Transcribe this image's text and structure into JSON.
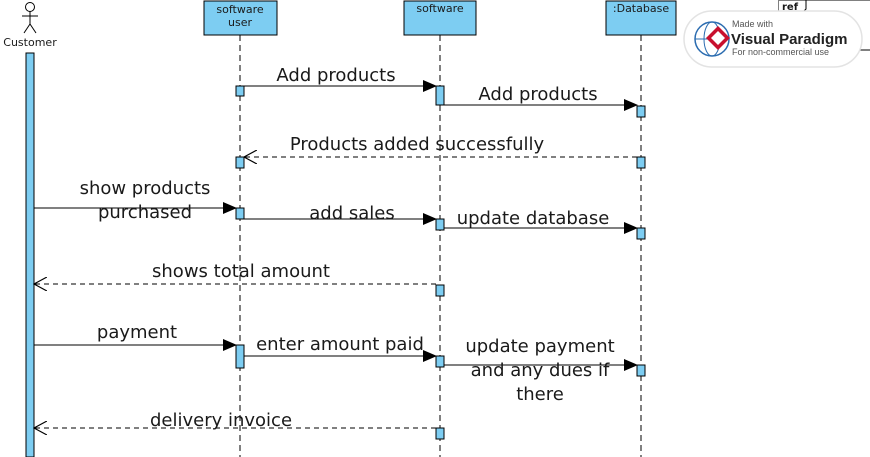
{
  "colors": {
    "lifeline_fill": "#7dcdf2",
    "stroke": "#000000",
    "logo_red": "#c8102e",
    "logo_blue": "#2b6cb0"
  },
  "lifelines": {
    "customer": {
      "label": "Customer"
    },
    "software_user": {
      "label_line1": "software",
      "label_line2": "user"
    },
    "software": {
      "label": "software"
    },
    "database": {
      "label": ":Database"
    }
  },
  "ref_frame": {
    "label": "ref"
  },
  "badge": {
    "made_with": "Made with",
    "brand": "Visual Paradigm",
    "note": "For non-commercial use"
  },
  "messages": {
    "m1": {
      "text": "Add products"
    },
    "m2": {
      "text": "Add products"
    },
    "m3": {
      "text": "Products added successfully"
    },
    "m4": {
      "line1": "show products",
      "line2": "purchased"
    },
    "m5": {
      "text": "add sales"
    },
    "m6": {
      "text": "update database"
    },
    "m7": {
      "text": "shows total amount"
    },
    "m8": {
      "text": "payment"
    },
    "m9": {
      "text": "enter amount paid"
    },
    "m10": {
      "line1": "update payment",
      "line2": "and any dues if",
      "line3": "there"
    },
    "m11": {
      "text": "delivery invoice"
    }
  }
}
